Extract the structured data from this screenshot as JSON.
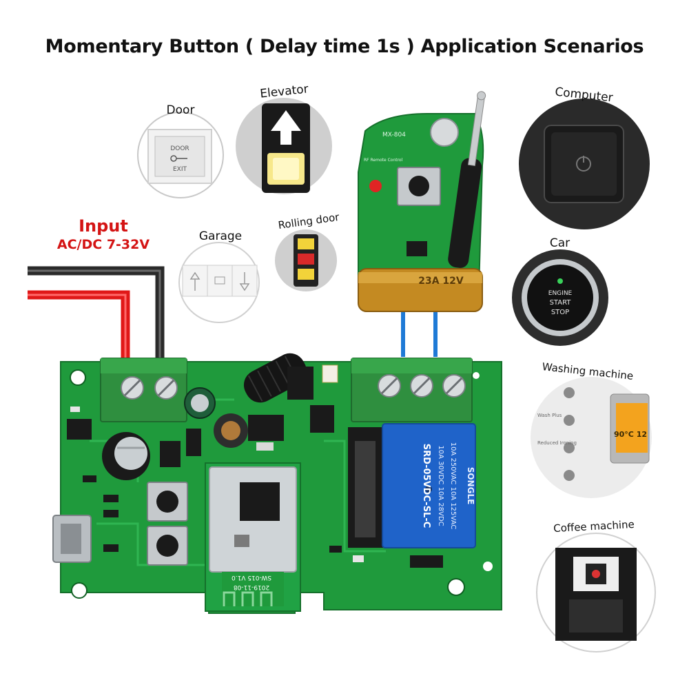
{
  "title": "Momentary Button ( Delay time 1s ) Application Scenarios",
  "input": {
    "label": "Input",
    "voltage": "AC/DC 7-32V"
  },
  "scenarios": {
    "door": "Door",
    "elevator": "Elevator",
    "garage": "Garage",
    "rolling_door": "Rolling door",
    "computer": "Computer",
    "car": "Car",
    "washing_machine": "Washing machine",
    "coffee_machine": "Coffee machine"
  },
  "door_panel": {
    "top": "DOOR",
    "bottom": "EXIT"
  },
  "car_button": {
    "line1": "ENGINE",
    "line2": "START",
    "line3": "STOP"
  },
  "washer": {
    "display": "90°C 12",
    "options": [
      "Wash Plus",
      "Reduced Ironing"
    ]
  },
  "remote_board": {
    "model": "MX-804",
    "subtitle": "RF Remote Control",
    "battery": "23A 12V"
  },
  "relay": {
    "brand": "SONGLE",
    "lines": [
      "10A 250VAC 10A 125VAC",
      "10A 30VDC 10A 28VDC",
      "SRD-05VDC-SL-C"
    ]
  },
  "module": {
    "date": "2019-11-08",
    "model": "SW-015 V1.0"
  },
  "colors": {
    "pcb_green": "#1f9a3c",
    "terminal_green": "#2f8f3f",
    "relay_blue": "#1f63c9",
    "wire_red": "#e01818",
    "wire_black": "#2a2a2a",
    "wire_blue": "#1f7ad6",
    "input_red": "#d41414"
  }
}
